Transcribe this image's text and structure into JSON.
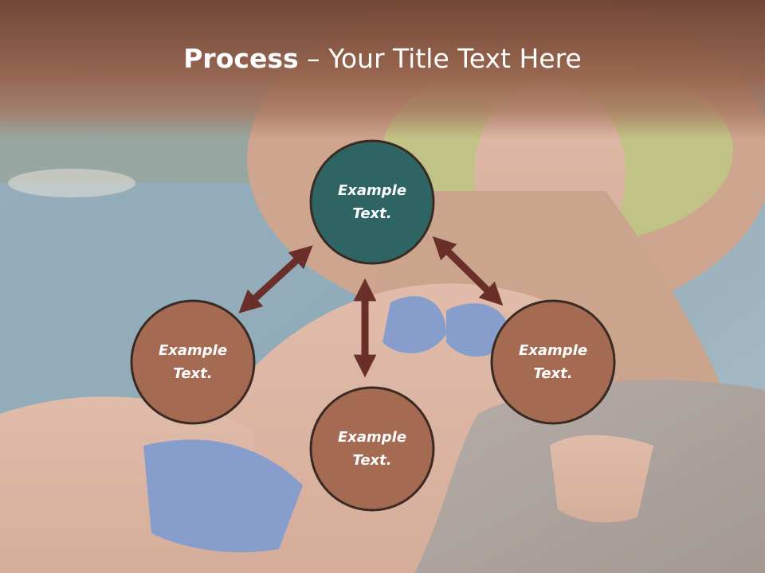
{
  "slide": {
    "title_strong": "Process",
    "title_rest": " – Your Title Text Here"
  },
  "nodes": [
    {
      "id": "top",
      "line1": "Example",
      "line2": "Text.",
      "fill": "#2f6465"
    },
    {
      "id": "left",
      "line1": "Example",
      "line2": "Text.",
      "fill": "#a56a52"
    },
    {
      "id": "bottom",
      "line1": "Example",
      "line2": "Text.",
      "fill": "#a56a52"
    },
    {
      "id": "right",
      "line1": "Example",
      "line2": "Text.",
      "fill": "#a56a52"
    }
  ],
  "colors": {
    "title_band": "#7a4c38",
    "node_border": "#3a2a24",
    "arrow": "#6b2f2a",
    "node_text": "#ffffff"
  }
}
